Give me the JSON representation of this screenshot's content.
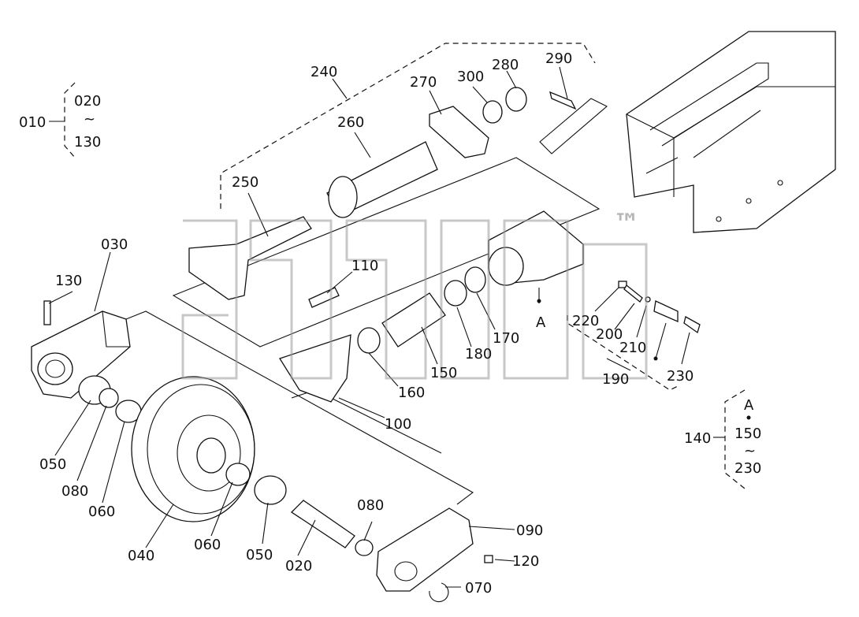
{
  "diagram": {
    "labels": {
      "l010": "010",
      "l020": "020",
      "l130a": "130",
      "tilde1": "~",
      "l030": "030",
      "l130b": "130",
      "l050a": "050",
      "l080a": "080",
      "l060a": "060",
      "l040": "040",
      "l060b": "060",
      "l050b": "050",
      "l020b": "020",
      "l080b": "080",
      "l090": "090",
      "l120": "120",
      "l070": "070",
      "l100": "100",
      "l110": "110",
      "l160": "160",
      "l150": "150",
      "l180": "180",
      "l170": "170",
      "lA1": "A",
      "l240": "240",
      "l260": "260",
      "l250": "250",
      "l270": "270",
      "l300": "300",
      "l280": "280",
      "l290": "290",
      "l220": "220",
      "l200": "200",
      "l210": "210",
      "l190": "190",
      "l230": "230",
      "l140": "140",
      "lA2": "A",
      "l150b": "150",
      "tilde2": "~",
      "l230b": "230"
    },
    "watermark_mark": "™"
  }
}
